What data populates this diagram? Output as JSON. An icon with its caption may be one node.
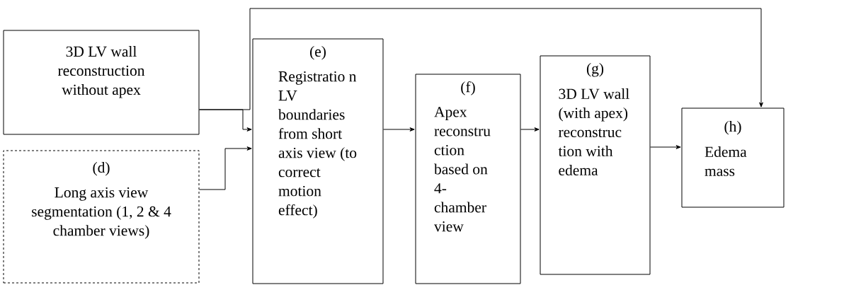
{
  "diagram": {
    "nodes": [
      {
        "text": [
          "3D LV wall reconstruction without apex"
        ]
      },
      {
        "text": [
          "(d)",
          "Long axis view segmentation (1, 2 & 4 chamber views)"
        ]
      },
      {
        "text": [
          "(e)",
          "Registratio n LV boundaries from short axis view (to correct motion effect)"
        ]
      },
      {
        "text": [
          "(f)",
          "Apex reconstru ction based on 4- chamber view"
        ]
      },
      {
        "text": [
          "(g)",
          "3D LV wall (with apex) reconstruc tion with edema"
        ]
      },
      {
        "text": [
          "(h)",
          "Edema mass"
        ]
      }
    ],
    "edges": [
      {
        "from": 0,
        "to": 2,
        "arrow": "to"
      },
      {
        "from": 1,
        "to": 2,
        "arrow": "to"
      },
      {
        "from": 2,
        "to": 3,
        "arrow": "to"
      },
      {
        "from": 3,
        "to": 4,
        "arrow": "to"
      },
      {
        "from": 4,
        "to": 5,
        "arrow": "to"
      },
      {
        "from": 0,
        "to": 5,
        "arrow": "to"
      }
    ]
  }
}
